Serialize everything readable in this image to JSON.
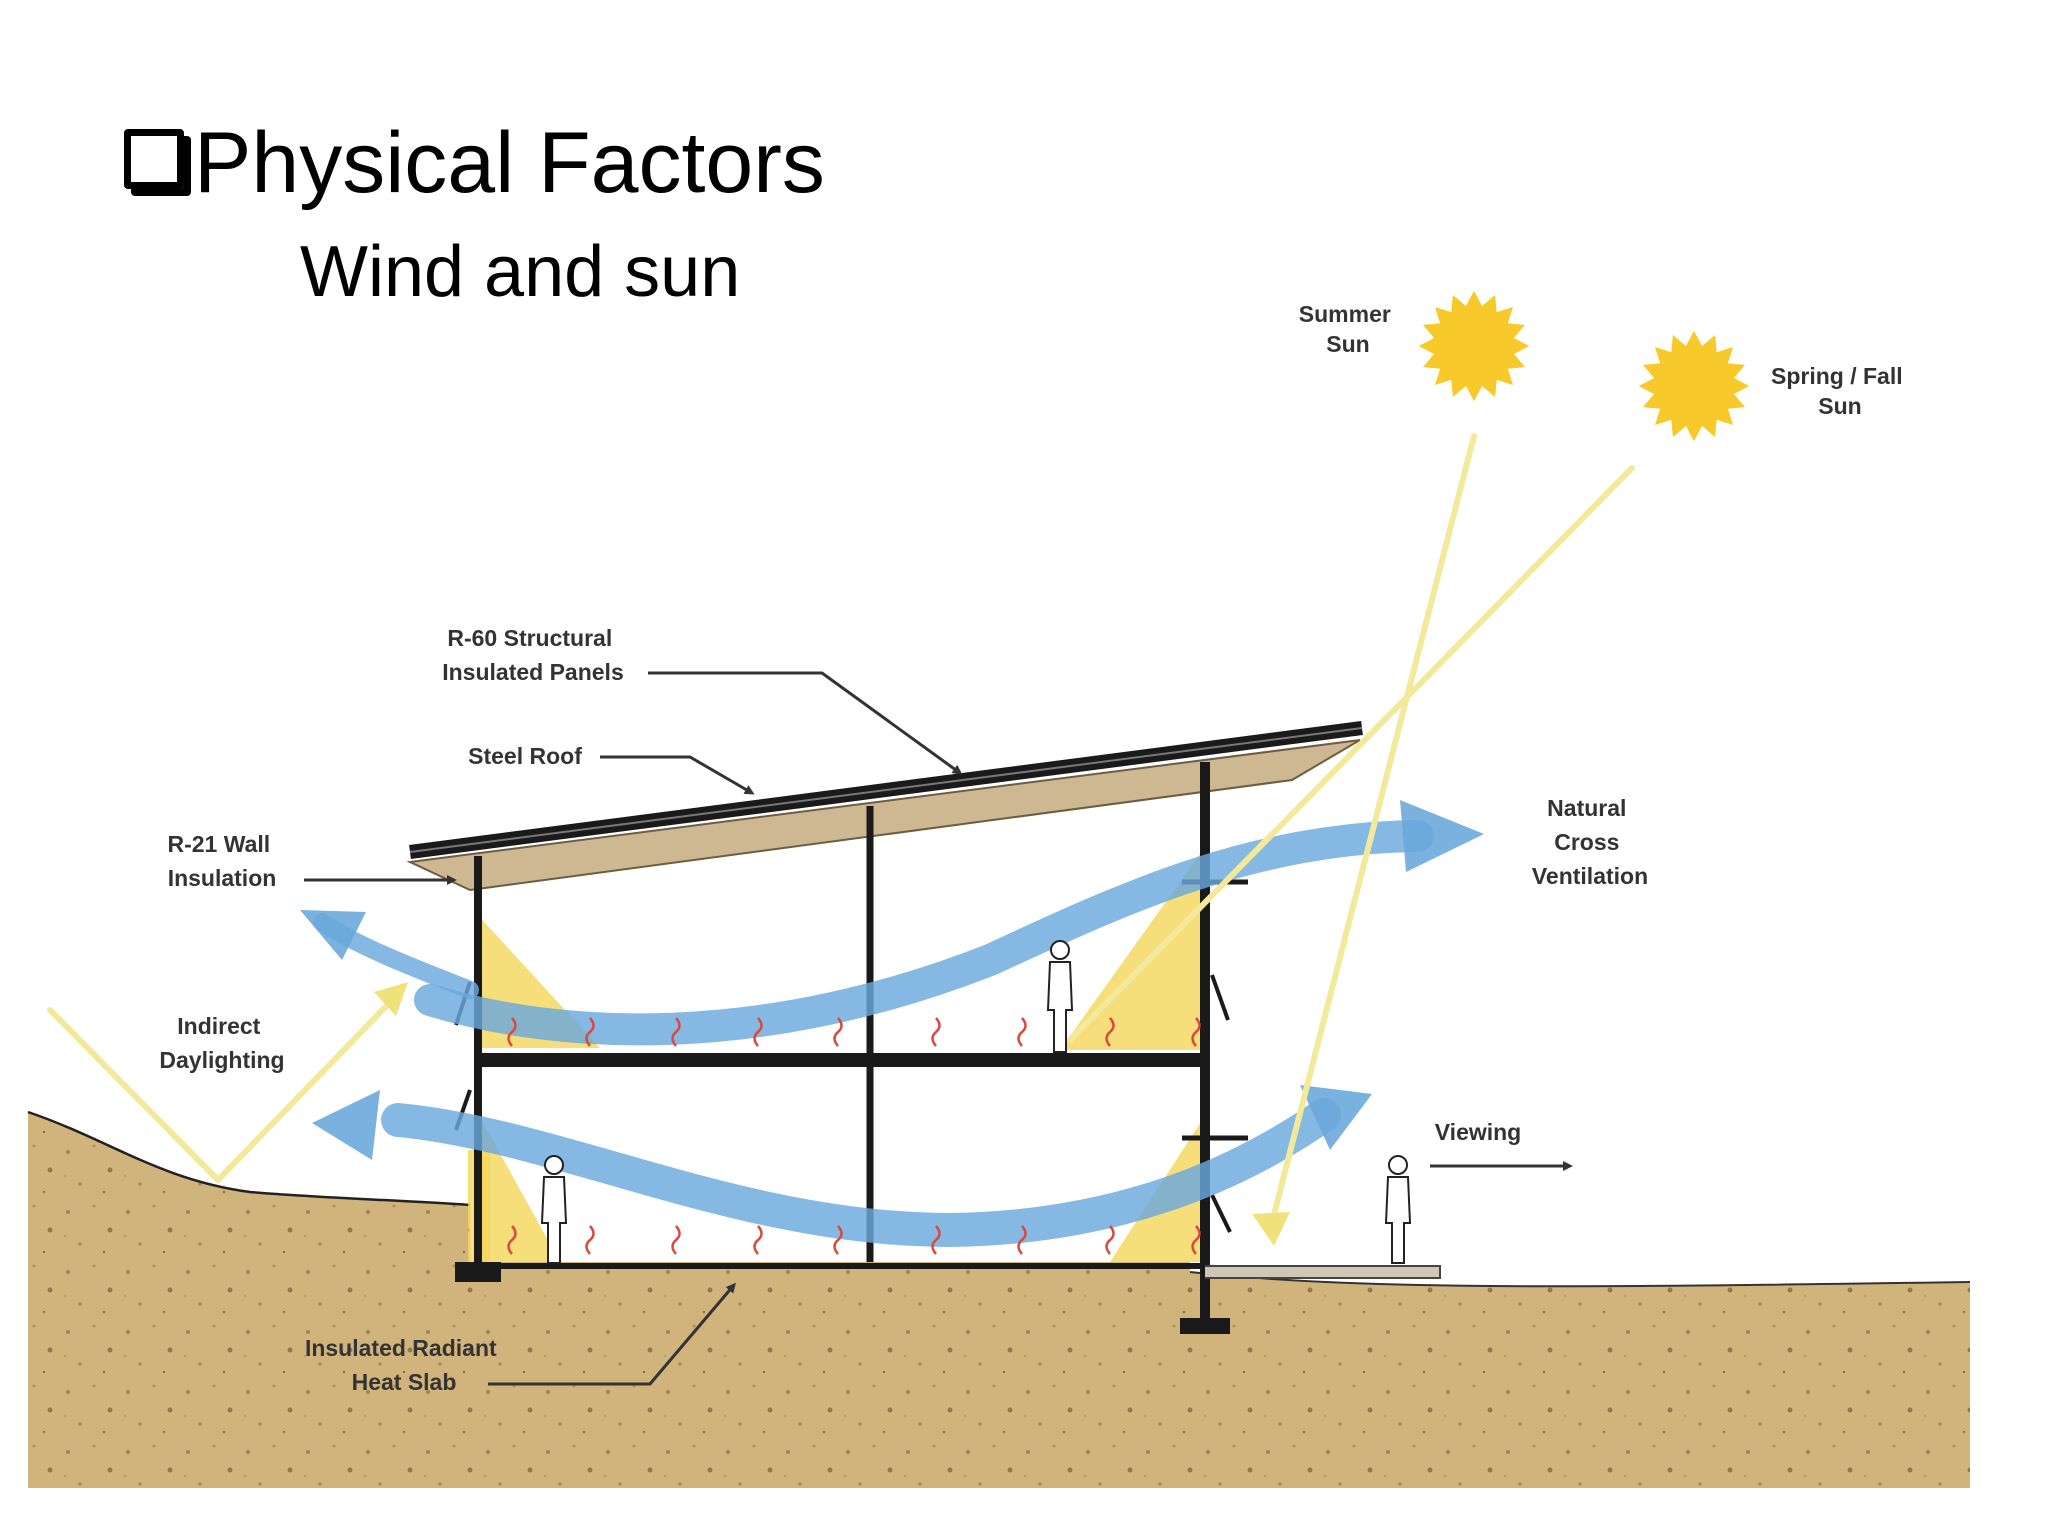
{
  "slide": {
    "title": "Physical Factors",
    "subtitle": "Wind and sun"
  },
  "diagram": {
    "labels": {
      "summer_sun": [
        "Summer",
        "Sun"
      ],
      "spring_fall_sun": [
        "Spring / Fall",
        "Sun"
      ],
      "structural_panels": [
        "R-60 Structural",
        "Insulated Panels"
      ],
      "steel_roof": "Steel Roof",
      "wall_insulation": [
        "R-21 Wall",
        "Insulation"
      ],
      "natural_cross_ventilation": [
        "Natural",
        "Cross",
        "Ventilation"
      ],
      "indirect_daylighting": [
        "Indirect",
        "Daylighting"
      ],
      "viewing": "Viewing",
      "radiant_slab": [
        "Insulated Radiant",
        "Heat Slab"
      ]
    },
    "colors": {
      "sun": "#f7c92b",
      "sun_ray": "#f2ea9a",
      "airflow": "#6aa8dc",
      "daylight_wedge": "#f4d65a",
      "soil": "#d1b47c",
      "roof_underside": "#cdb892",
      "structure": "#1a1a1a",
      "heat_marks": "#d9493e"
    }
  }
}
